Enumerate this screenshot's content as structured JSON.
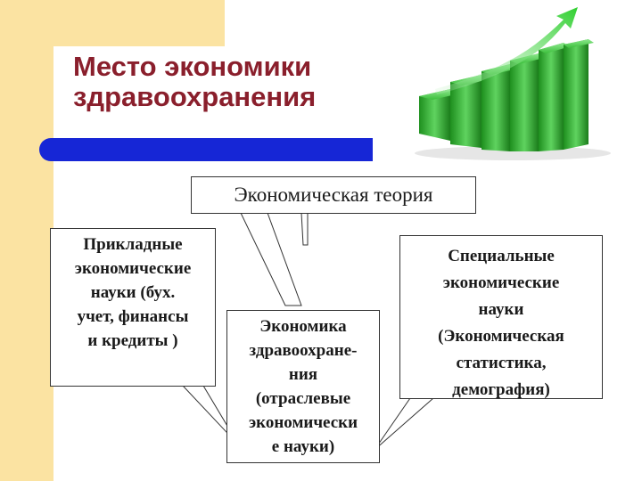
{
  "title": {
    "line1": "Место экономики",
    "line2": "здравоохранения"
  },
  "nodes": {
    "theory": {
      "text": "Экономическая теория"
    },
    "applied": {
      "lines": [
        "Прикладные",
        "экономические",
        "науки (бух.",
        "учет, финансы",
        "и кредиты )"
      ]
    },
    "health": {
      "lines": [
        "Экономика",
        "здравоохране-",
        "ния",
        "(отраслевые",
        "экономически",
        "е науки)"
      ]
    },
    "special": {
      "lines": [
        "Специальные",
        "экономические",
        "науки",
        "(Экономическая",
        "статистика,",
        "демография)"
      ]
    }
  },
  "colors": {
    "accent_bar": "#1626d6",
    "title": "#8a1f2c",
    "background_band": "#fbe3a2",
    "chart_green": "#2fb32f"
  }
}
